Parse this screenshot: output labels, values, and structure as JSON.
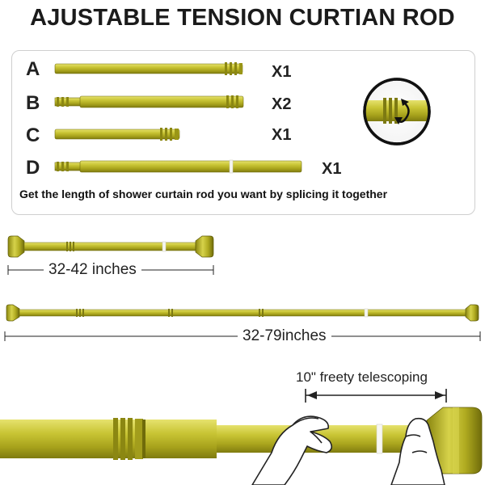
{
  "title": "AJUSTABLE TENSION CURTIAN ROD",
  "parts": [
    {
      "label": "A",
      "qty": "X1"
    },
    {
      "label": "B",
      "qty": "X2"
    },
    {
      "label": "C",
      "qty": "X1"
    },
    {
      "label": "D",
      "qty": "X1"
    }
  ],
  "caption": "Get the length of shower curtain rod you want by splicing it together",
  "measurements": {
    "short": "32-42 inches",
    "long": "32-79inches",
    "telescoping": "10\" freety telescoping"
  },
  "colors": {
    "rod": "#b9b527",
    "rod_dark": "#7d7a12",
    "rod_light": "#e4e06a"
  },
  "icons": [
    "twist-arrow-icon",
    "hand-icon"
  ]
}
